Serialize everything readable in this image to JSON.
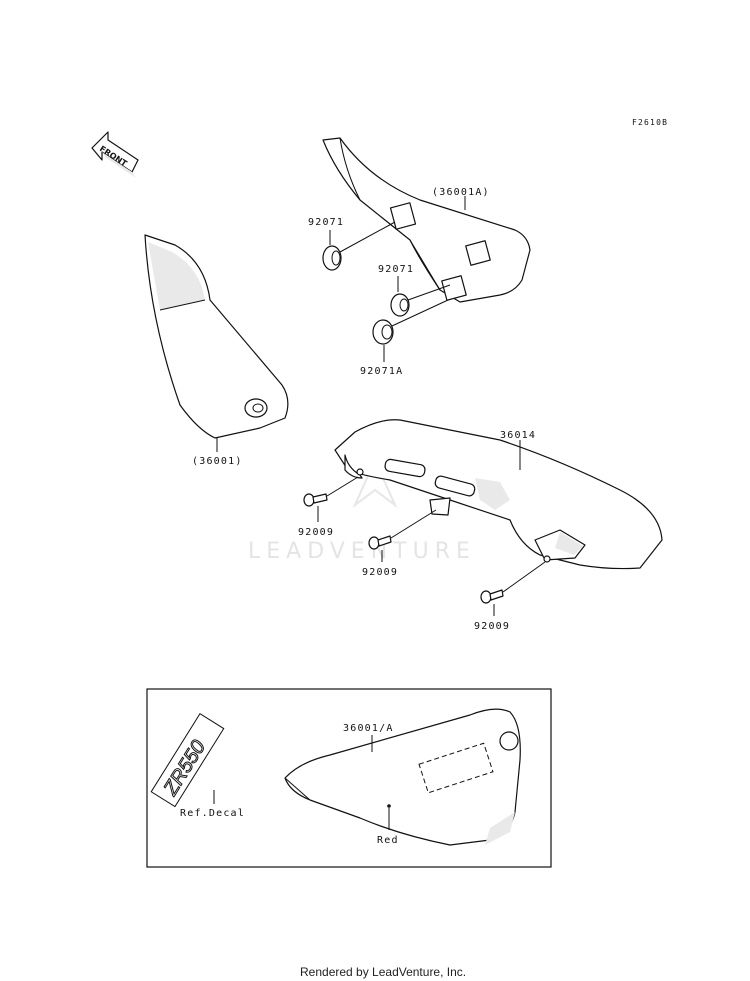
{
  "diagram": {
    "code": "F2610B",
    "front_label": "FRONT",
    "watermark": "LEADVENTURE",
    "footer": "Rendered by LeadVenture, Inc.",
    "callouts": {
      "c36001A": "(36001A)",
      "c92071a": "92071",
      "c92071b": "92071",
      "c92071A": "92071A",
      "c36001": "(36001)",
      "c36014": "36014",
      "c92009a": "92009",
      "c92009b": "92009",
      "c92009c": "92009"
    },
    "inset": {
      "part_label": "36001/A",
      "decal_text": "ZR550",
      "decal_label": "Ref.Decal",
      "color_label": "Red"
    }
  }
}
